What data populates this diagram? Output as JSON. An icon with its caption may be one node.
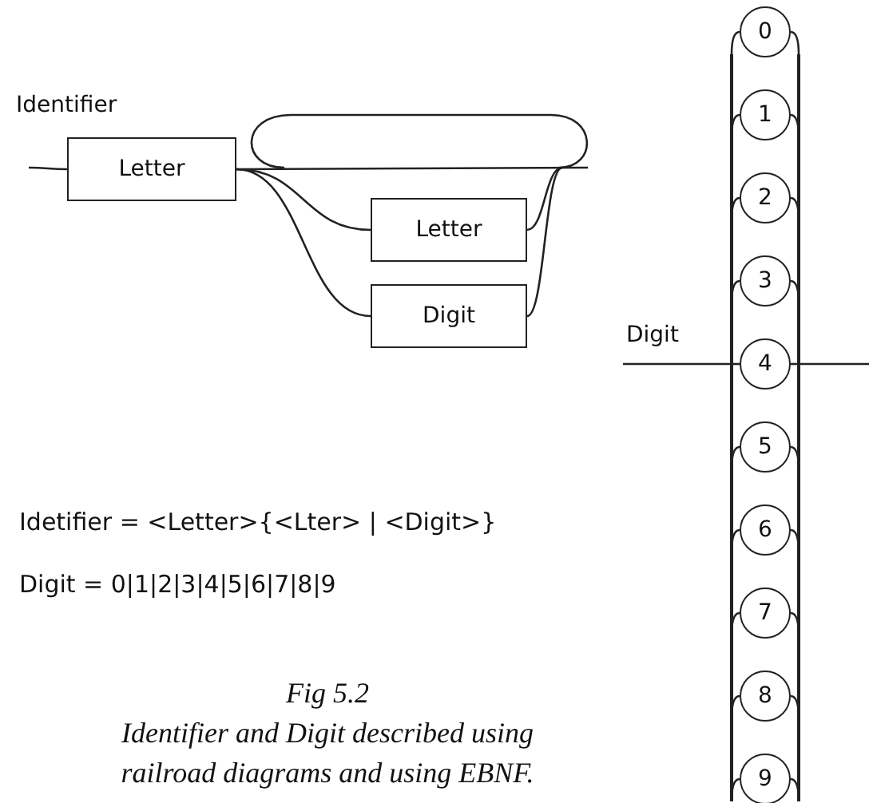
{
  "diagram": {
    "caption": "Identifier and Digit described using railroad diagrams and using EBNF.",
    "nodes": [
      {
        "text": [
          "Letter"
        ]
      },
      {
        "text": [
          "Letter"
        ]
      },
      {
        "text": [
          "Digit"
        ]
      },
      {
        "text": [
          "0"
        ]
      },
      {
        "text": [
          "1"
        ]
      },
      {
        "text": [
          "2"
        ]
      },
      {
        "text": [
          "3"
        ]
      },
      {
        "text": [
          "4"
        ]
      },
      {
        "text": [
          "5"
        ]
      },
      {
        "text": [
          "6"
        ]
      },
      {
        "text": [
          "7"
        ]
      },
      {
        "text": [
          "8"
        ]
      },
      {
        "text": [
          "9"
        ]
      },
      {
        "text": [],
        "shape": "bar"
      },
      {
        "text": [],
        "shape": "bar"
      }
    ],
    "edges": [
      {
        "from": null,
        "to": 0,
        "arrow": "none"
      },
      {
        "from": 0,
        "to": null,
        "arrow": "none"
      },
      {
        "from": 0,
        "to": 1,
        "arrow": "none"
      },
      {
        "from": 0,
        "to": 2,
        "arrow": "none"
      },
      {
        "from": 1,
        "to": null,
        "arrow": "none"
      },
      {
        "from": 2,
        "to": null,
        "arrow": "none"
      },
      {
        "from": null,
        "to": 13,
        "arrow": "none"
      },
      {
        "from": 13,
        "to": 3,
        "arrow": "none"
      },
      {
        "from": 13,
        "to": 4,
        "arrow": "none"
      },
      {
        "from": 13,
        "to": 5,
        "arrow": "none"
      },
      {
        "from": 13,
        "to": 6,
        "arrow": "none"
      },
      {
        "from": 13,
        "to": 7,
        "arrow": "none"
      },
      {
        "from": 13,
        "to": 8,
        "arrow": "none"
      },
      {
        "from": 13,
        "to": 9,
        "arrow": "none"
      },
      {
        "from": 13,
        "to": 10,
        "arrow": "none"
      },
      {
        "from": 13,
        "to": 11,
        "arrow": "none"
      },
      {
        "from": 13,
        "to": 12,
        "arrow": "none"
      },
      {
        "from": 3,
        "to": 14,
        "arrow": "none"
      },
      {
        "from": 4,
        "to": 14,
        "arrow": "none"
      },
      {
        "from": 5,
        "to": 14,
        "arrow": "none"
      },
      {
        "from": 6,
        "to": 14,
        "arrow": "none"
      },
      {
        "from": 7,
        "to": 14,
        "arrow": "none"
      },
      {
        "from": 8,
        "to": 14,
        "arrow": "none"
      },
      {
        "from": 9,
        "to": 14,
        "arrow": "none"
      },
      {
        "from": 10,
        "to": 14,
        "arrow": "none"
      },
      {
        "from": 11,
        "to": 14,
        "arrow": "none"
      },
      {
        "from": 12,
        "to": 14,
        "arrow": "none"
      },
      {
        "from": 14,
        "to": null,
        "arrow": "none"
      }
    ],
    "labels": [
      "Identifier",
      "Digit",
      "Idetifier = <Letter>{<Lter> | <Digit>}",
      "Digit = 0|1|2|3|4|5|6|7|8|9",
      "Fig 5.2"
    ]
  }
}
